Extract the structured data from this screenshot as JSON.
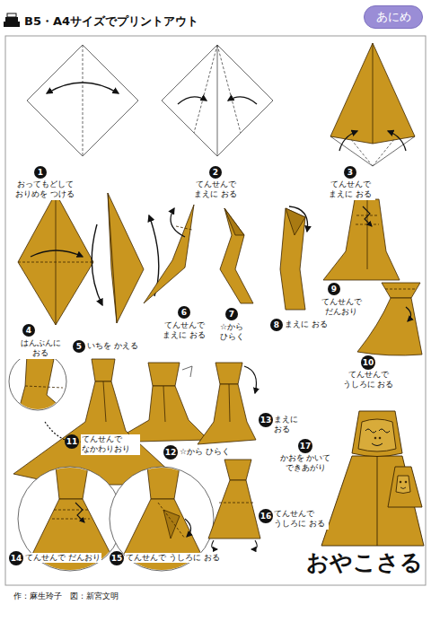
{
  "diagram": {
    "title": "おやこさる",
    "nodes": [
      {
        "text": [
          "あにめ"
        ]
      },
      {
        "text": [
          "1"
        ]
      },
      {
        "text": [
          "2"
        ]
      },
      {
        "text": [
          "3"
        ]
      },
      {
        "text": [
          "4"
        ]
      },
      {
        "text": [
          "5"
        ]
      },
      {
        "text": [
          "6"
        ]
      },
      {
        "text": [
          "7"
        ]
      },
      {
        "text": [
          "8"
        ]
      },
      {
        "text": [
          "9"
        ]
      },
      {
        "text": [
          "10"
        ]
      },
      {
        "text": [
          "11"
        ]
      },
      {
        "text": [
          "12"
        ]
      },
      {
        "text": [
          "13"
        ]
      },
      {
        "text": [
          "14"
        ]
      },
      {
        "text": [
          "15"
        ]
      },
      {
        "text": [
          "16"
        ]
      },
      {
        "text": [
          "17"
        ]
      }
    ],
    "labels": [
      "B5・A4サイズでプリントアウト",
      "おってもどして おりめを つける",
      "てんせんで まえに おる",
      "てんせんで まえに おる",
      "はんぶんに おる",
      "いちを かえる",
      "てんせんで まえに おる",
      "☆から ひらく",
      "まえに おる",
      "てんせんで だんおり",
      "てんせんで うしろに おる",
      "てんせんで なかわりおり",
      "☆から ひらく",
      "まえに おる",
      "てんせんで だんおり",
      "てんせんで うしろに おる",
      "てんせんで うしろに おる",
      "かおを かいて できあがり",
      "作：麻生玲子　図：新宮文明"
    ]
  }
}
